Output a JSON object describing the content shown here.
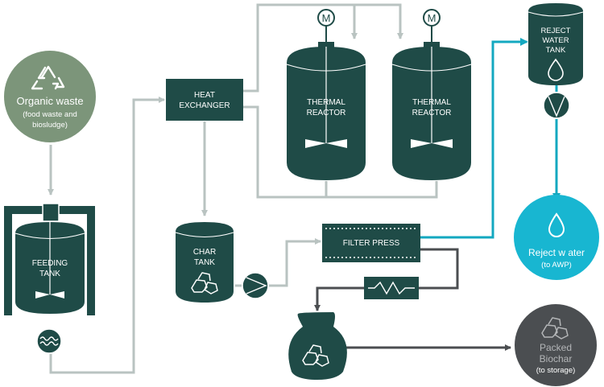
{
  "colors": {
    "dark_teal": "#1f4b47",
    "grey_line": "#b9c3c1",
    "cyan": "#13a8c0",
    "green_circle": "#7c957a",
    "cyan_circle": "#18b6d1",
    "grey_circle": "#4b4e51",
    "grey_text": "#b4b6b8"
  },
  "nodes": {
    "organic_waste": {
      "title": "Organic waste",
      "line1": "(food waste and",
      "line2": "biosludge)",
      "icon": "recycle-icon"
    },
    "feeding_tank": {
      "line1": "FEEDING",
      "line2": "TANK"
    },
    "heat_exchanger": {
      "line1": "HEAT",
      "line2": "EXCHANGER"
    },
    "thermal_reactor_1": {
      "line1": "THERMAL",
      "line2": "REACTOR",
      "motor": "M"
    },
    "thermal_reactor_2": {
      "line1": "THERMAL",
      "line2": "REACTOR",
      "motor": "M"
    },
    "char_tank": {
      "line1": "CHAR",
      "line2": "TANK",
      "icon": "char-pile-icon"
    },
    "filter_press": {
      "label": "FILTER PRESS"
    },
    "reject_water_tank": {
      "line1": "REJECT",
      "line2": "WATER",
      "line3": "TANK",
      "icon": "water-drop-icon"
    },
    "reject_water": {
      "title": "Reject w ater",
      "subtitle": "(to AWP)",
      "icon": "water-drop-icon"
    },
    "packed_biochar": {
      "line1": "Packed",
      "line2": "Biochar",
      "subtitle": "(to storage)",
      "icon": "char-pile-icon"
    }
  }
}
